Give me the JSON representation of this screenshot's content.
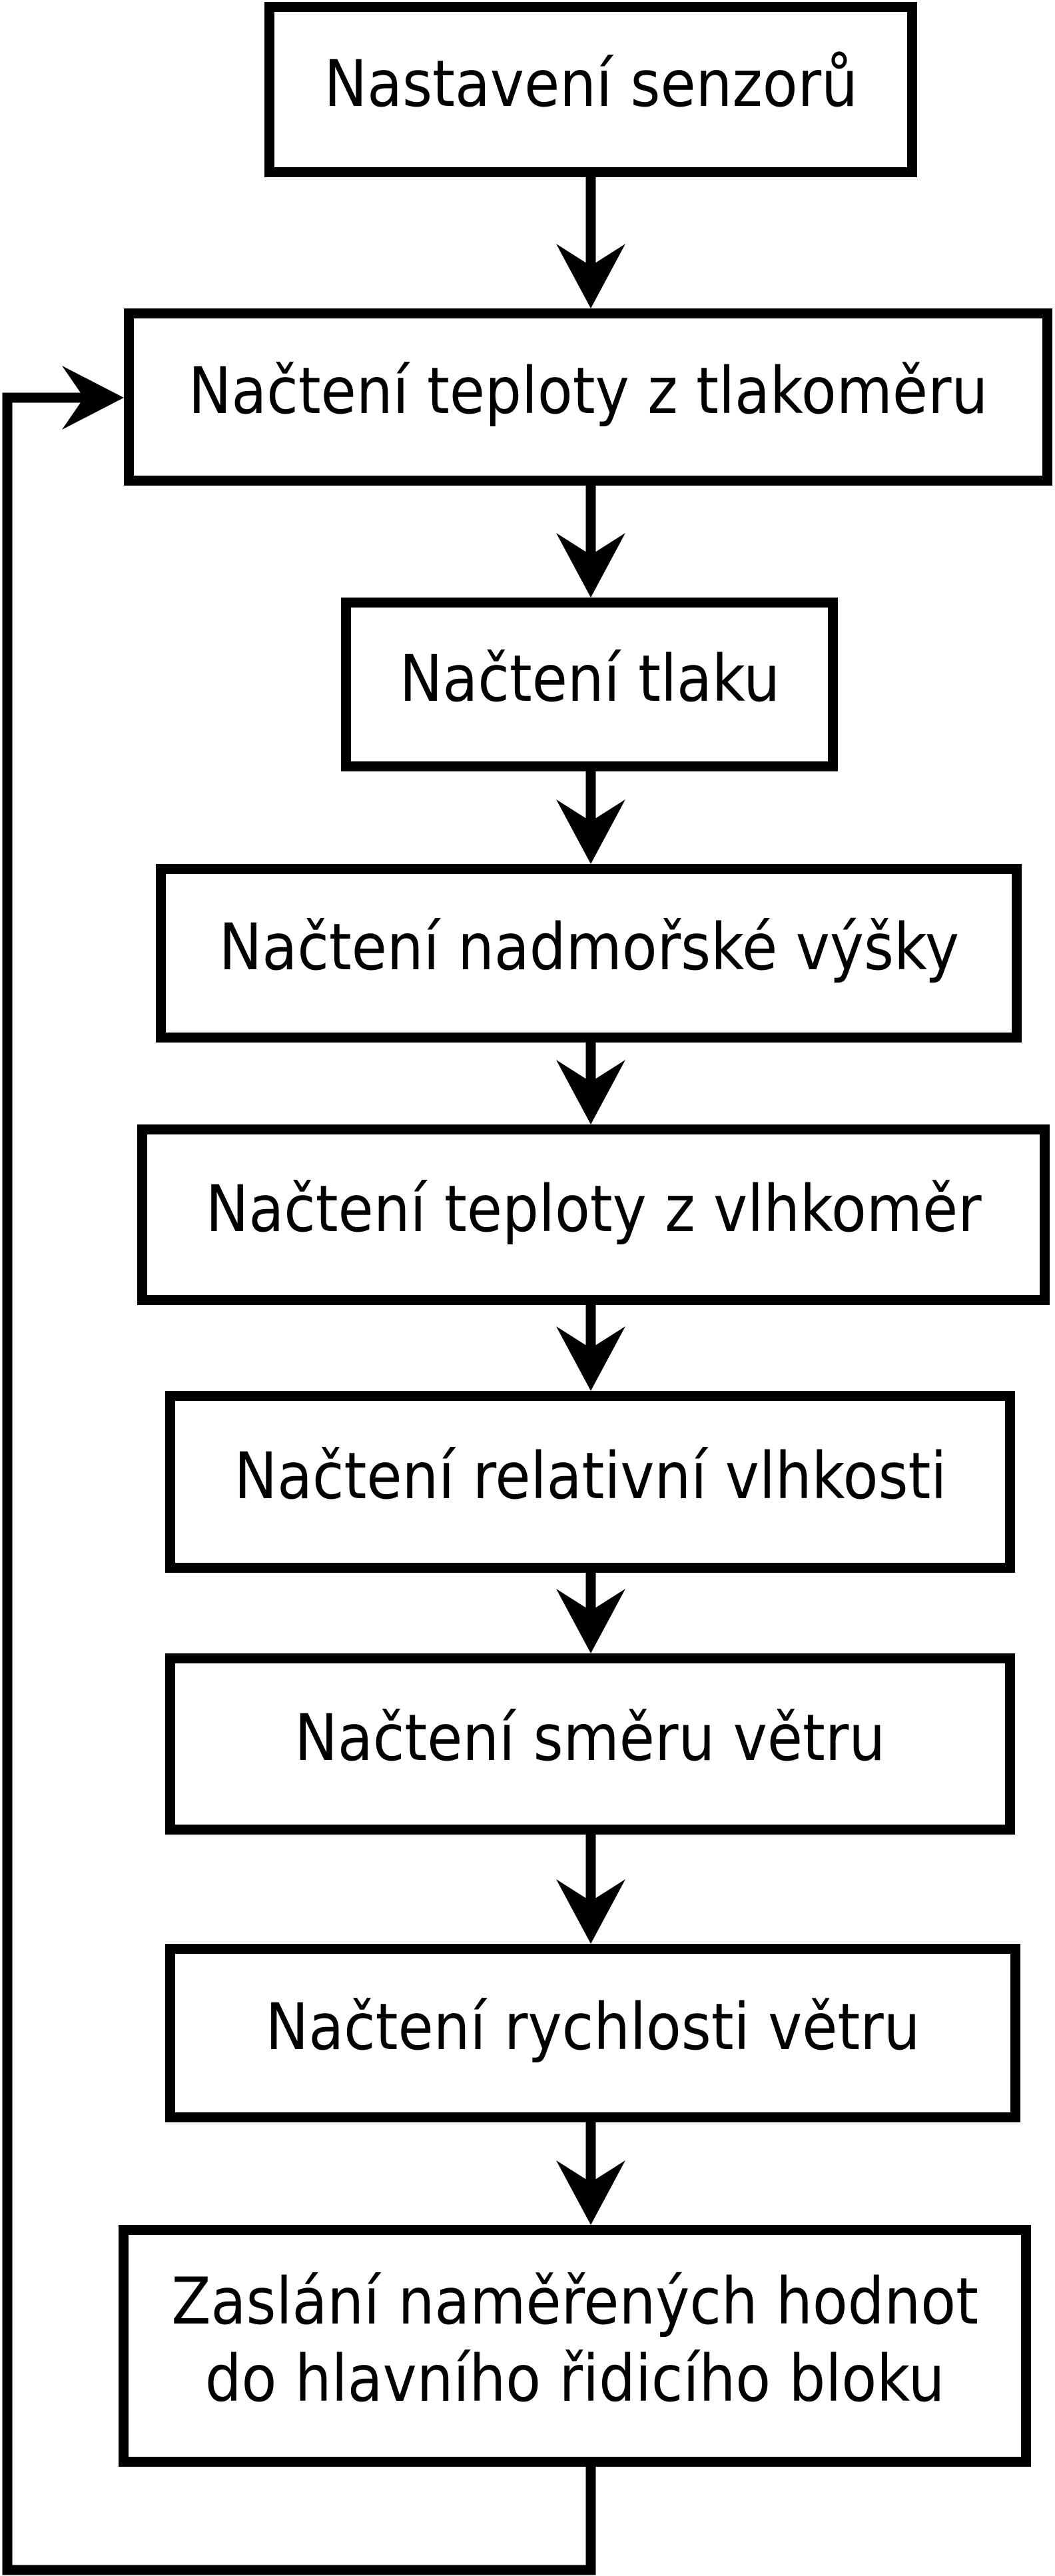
{
  "diagram_type": "flowchart",
  "colors": {
    "background": "#ffffff",
    "stroke": "#000000",
    "text": "#000000"
  },
  "nodes": [
    {
      "id": "nastaveni-senzoru",
      "label": "Nastavení senzorů"
    },
    {
      "id": "nacteni-teploty-z-tlakomeru",
      "label": "Načtení teploty z tlakoměru"
    },
    {
      "id": "nacteni-tlaku",
      "label": "Načtení tlaku"
    },
    {
      "id": "nacteni-nadmorske-vysky",
      "label": "Načtení nadmořské výšky"
    },
    {
      "id": "nacteni-teploty-z-vlhkomer",
      "label": "Načtení teploty z vlhkoměr"
    },
    {
      "id": "nacteni-relativni-vlhkosti",
      "label": "Načtení relativní vlhkosti"
    },
    {
      "id": "nacteni-smeru-vetru",
      "label": "Načtení směru větru"
    },
    {
      "id": "nacteni-rychlosti-vetru",
      "label": "Načtení rychlosti větru"
    },
    {
      "id": "zaslani-hodnot",
      "label": "Zaslání naměřených hodnot do hlavního řidicího bloku",
      "lines": [
        "Zaslání naměřených hodnot",
        "do hlavního řidicího bloku"
      ]
    }
  ],
  "edges": [
    {
      "from": "nastaveni-senzoru",
      "to": "nacteni-teploty-z-tlakomeru"
    },
    {
      "from": "nacteni-teploty-z-tlakomeru",
      "to": "nacteni-tlaku"
    },
    {
      "from": "nacteni-tlaku",
      "to": "nacteni-nadmorske-vysky"
    },
    {
      "from": "nacteni-nadmorske-vysky",
      "to": "nacteni-teploty-z-vlhkomer"
    },
    {
      "from": "nacteni-teploty-z-vlhkomer",
      "to": "nacteni-relativni-vlhkosti"
    },
    {
      "from": "nacteni-relativni-vlhkosti",
      "to": "nacteni-smeru-vetru"
    },
    {
      "from": "nacteni-smeru-vetru",
      "to": "nacteni-rychlosti-vetru"
    },
    {
      "from": "nacteni-rychlosti-vetru",
      "to": "zaslani-hodnot"
    },
    {
      "from": "zaslani-hodnot",
      "to": "nacteni-teploty-z-tlakomeru",
      "type": "loop-back"
    }
  ]
}
